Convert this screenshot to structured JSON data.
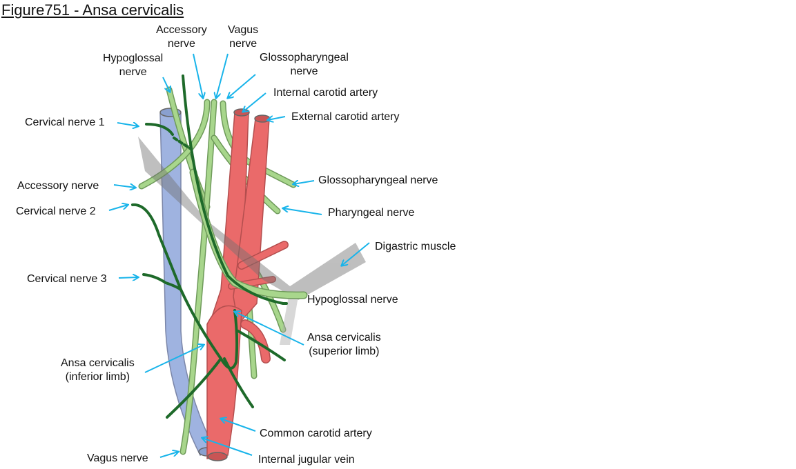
{
  "title": "Figure751 - Ansa cervicalis",
  "colors": {
    "vein": "#9fb3e0",
    "artery": "#ea6a6a",
    "nerve_light": "#a8d68c",
    "nerve_dark": "#1e6a2a",
    "muscle": "#8a8a8a",
    "pointer": "#18b4ea"
  },
  "labels": {
    "accessory_top": [
      "Accessory",
      "nerve"
    ],
    "vagus_top": [
      "Vagus",
      "nerve"
    ],
    "hypoglossal_top": [
      "Hypoglossal",
      "nerve"
    ],
    "glossopharyngeal_top": [
      "Glossopharyngeal",
      "nerve"
    ],
    "internal_carotid": "Internal carotid artery",
    "external_carotid": "External carotid artery",
    "cervical_1": "Cervical nerve 1",
    "accessory_left": "Accessory nerve",
    "cervical_2": "Cervical nerve 2",
    "glossopharyngeal_right": "Glossopharyngeal nerve",
    "pharyngeal": "Pharyngeal nerve",
    "digastric": "Digastric muscle",
    "cervical_3": "Cervical nerve 3",
    "hypoglossal_right": "Hypoglossal nerve",
    "ansa_superior": [
      "Ansa cervicalis",
      "(superior limb)"
    ],
    "ansa_inferior": [
      "Ansa cervicalis",
      "(inferior limb)"
    ],
    "common_carotid": "Common carotid artery",
    "vagus_bottom": "Vagus nerve",
    "internal_jugular": "Internal jugular vein"
  }
}
